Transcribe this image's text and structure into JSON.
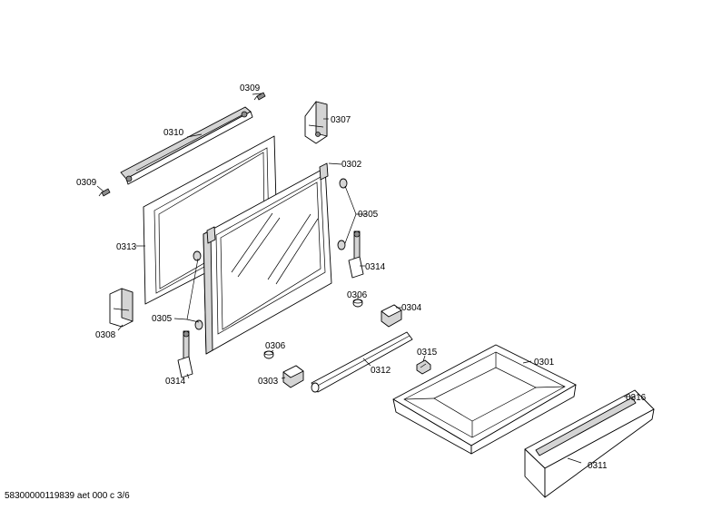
{
  "labels": {
    "l0309a": "0309",
    "l0310": "0310",
    "l0307": "0307",
    "l0309b": "0309",
    "l0302": "0302",
    "l0305a": "0305",
    "l0313": "0313",
    "l0314a": "0314",
    "l0306a": "0306",
    "l0304": "0304",
    "l0305b": "0305",
    "l0308": "0308",
    "l0306b": "0306",
    "l0315": "0315",
    "l0301": "0301",
    "l0312": "0312",
    "l0303": "0303",
    "l0314b": "0314",
    "l0316": "0316",
    "l0311": "0311"
  },
  "footer": "58300000119839 aet 000 c 3/6"
}
